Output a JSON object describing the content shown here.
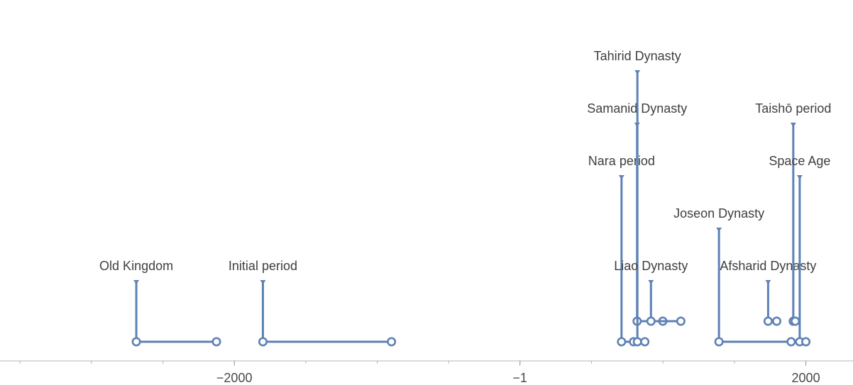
{
  "chart_data": {
    "type": "timeline",
    "title": "",
    "xlabel": "",
    "ylabel": "",
    "xlim": [
      -3640,
      2330
    ],
    "x_ticks": [
      {
        "value": -2000,
        "label": "−2000"
      },
      {
        "value": -1,
        "label": "−1"
      },
      {
        "value": 2000,
        "label": "2000"
      }
    ],
    "series_color": "#5e81b5",
    "events": [
      {
        "label": "Old Kingdom",
        "start": -2686,
        "end": -2125,
        "row": 0,
        "label_level": 0
      },
      {
        "label": "Initial period",
        "start": -1800,
        "end": -900,
        "row": 0,
        "label_level": 0
      },
      {
        "label": "Nara period",
        "start": 710,
        "end": 794,
        "row": 0,
        "label_level": 2
      },
      {
        "label": "Samanid Dynasty",
        "start": 819,
        "end": 999,
        "row": 1,
        "label_level": 3
      },
      {
        "label": "Tahirid Dynasty",
        "start": 821,
        "end": 873,
        "row": 0,
        "label_level": 4
      },
      {
        "label": "Liao Dynasty",
        "start": 916,
        "end": 1125,
        "row": 1,
        "label_level": 0
      },
      {
        "label": "Joseon Dynasty",
        "start": 1392,
        "end": 1897,
        "row": 0,
        "label_level": 1
      },
      {
        "label": "Afsharid Dynasty",
        "start": 1736,
        "end": 1796,
        "row": 1,
        "label_level": 0
      },
      {
        "label": "Taishō period",
        "start": 1912,
        "end": 1926,
        "row": 1,
        "label_level": 3
      },
      {
        "label": "Space Age",
        "start": 1957,
        "end": 2000,
        "row": 0,
        "label_level": 2
      }
    ]
  }
}
